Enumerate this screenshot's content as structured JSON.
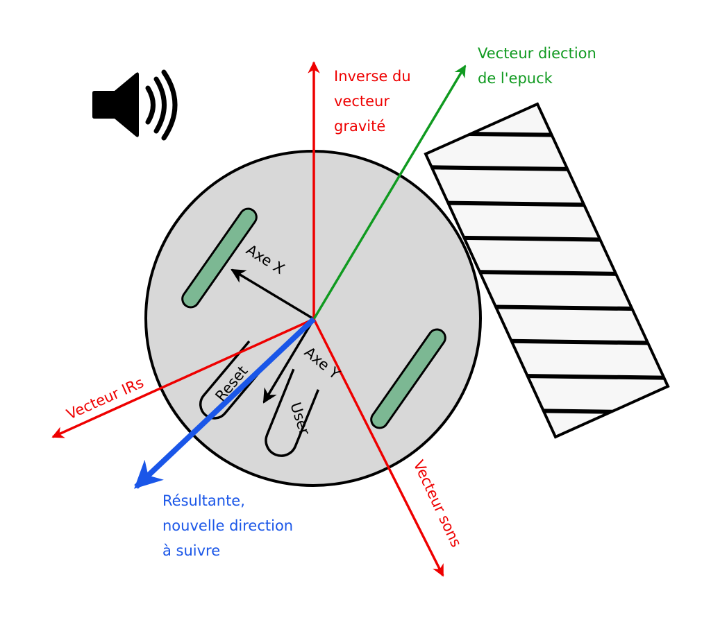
{
  "diagram": {
    "title": "e-puck direction vector diagram",
    "colors": {
      "gravity": "#ee0000",
      "direction": "#109a20",
      "resultant": "#1a56e8",
      "irs": "#ee0000",
      "sounds": "#ee0000",
      "robot_body": "#d8d8d8",
      "wheel": "#7cb893",
      "obstacle": "#f7f7f7"
    },
    "labels": {
      "gravity": [
        "Inverse du",
        "vecteur",
        "gravité"
      ],
      "direction": [
        "Vecteur diection",
        "de l'epuck"
      ],
      "irs": "Vecteur IRs",
      "sounds": "Vecteur sons",
      "resultant": [
        "Résultante,",
        "nouvelle direction",
        "à suivre"
      ],
      "axis_x": "Axe X",
      "axis_y": "Axe Y",
      "reset_button": "Reset",
      "user_button": "User"
    },
    "icons": {
      "speaker": "speaker-sound-icon"
    }
  }
}
